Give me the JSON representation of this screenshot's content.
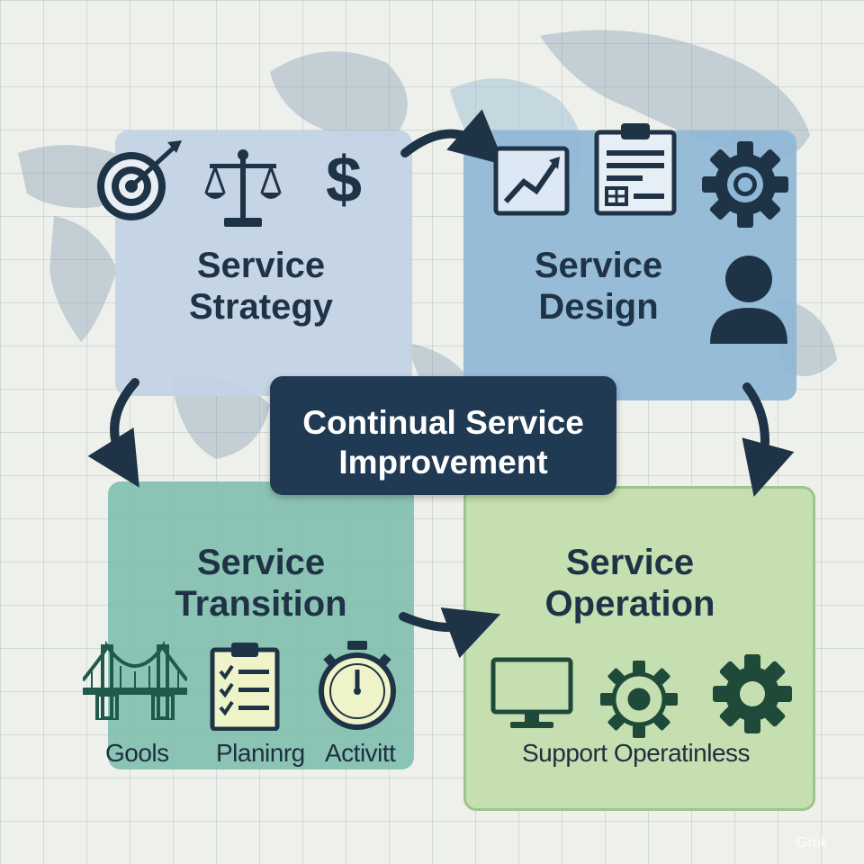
{
  "center": {
    "label": "Continual Service\nImprovement"
  },
  "quadrants": {
    "strategy": {
      "title": "Service\nStrategy",
      "icons": [
        "target-icon",
        "scales-icon",
        "dollar-icon"
      ],
      "icon_text": {
        "dollar": "$"
      },
      "color": "#c3d3e6"
    },
    "design": {
      "title": "Service\nDesign",
      "icons": [
        "chart-icon",
        "clipboard-form-icon",
        "gear-icon",
        "person-icon"
      ],
      "color": "#8fb7d6"
    },
    "transition": {
      "title": "Service\nTransition",
      "icons": [
        "bridge-icon",
        "checklist-icon",
        "stopwatch-icon"
      ],
      "captions": [
        "Gools",
        "Planinrg",
        "Activitt"
      ],
      "color": "#7fbeae"
    },
    "operation": {
      "title": "Service\nOperation",
      "icons": [
        "monitor-icon",
        "cog-outline-icon",
        "gear-icon"
      ],
      "caption": "Support Operatinless",
      "color": "#c5dfb0"
    }
  },
  "watermark": "Grok",
  "colors": {
    "dark": "#1f3a52",
    "text": "#1f3346"
  }
}
